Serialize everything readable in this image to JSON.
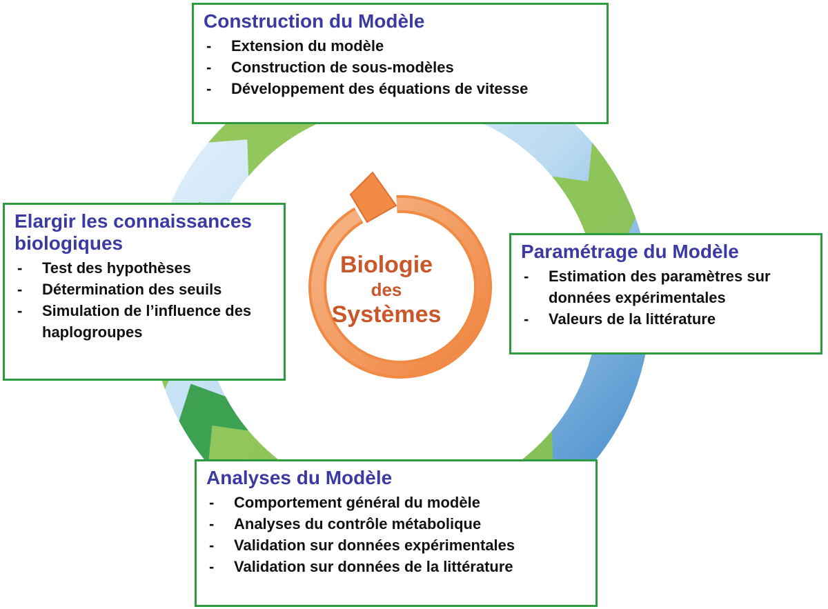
{
  "colors": {
    "box_border": "#2e9a3f",
    "title_text": "#3b3aa3",
    "center_text": "#c9572a",
    "ring_blue": "#3d86c8",
    "ring_green_light": "#8bc34a",
    "ring_green_dark": "#2e9a3f",
    "center_arrow": "#f08a45"
  },
  "center": {
    "line1": "Biologie",
    "line2": "des",
    "line3": "Systèmes"
  },
  "boxes": {
    "top": {
      "title": "Construction du Modèle",
      "items": [
        "Extension du modèle",
        "Construction de sous-modèles",
        "Développement des équations de vitesse"
      ]
    },
    "right": {
      "title": "Paramétrage du Modèle",
      "items": [
        "Estimation des paramètres sur données expérimentales",
        "Valeurs de la littérature"
      ]
    },
    "bottom": {
      "title": "Analyses du Modèle",
      "items": [
        "Comportement général du modèle",
        "Analyses du contrôle métabolique",
        "Validation sur données expérimentales",
        "Validation sur données de la littérature"
      ]
    },
    "left": {
      "title": "Elargir les connaissances biologiques",
      "items": [
        "Test des hypothèses",
        "Détermination des seuils",
        "Simulation de l’influence des haplogroupes"
      ]
    }
  },
  "icons": {
    "cycle_arrows": "cycle-ring-arrows",
    "center_arrow": "circular-refresh-arrow"
  }
}
